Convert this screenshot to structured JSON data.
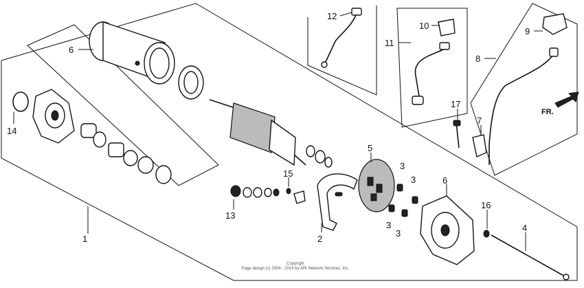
{
  "labels": {
    "l1": "1",
    "l2": "2",
    "l3a": "3",
    "l3b": "3",
    "l3c": "3",
    "l3d": "3",
    "l4": "4",
    "l5": "5",
    "l6a": "6",
    "l6b": "6",
    "l7": "7",
    "l8": "8",
    "l9": "9",
    "l10": "10",
    "l11": "11",
    "l12": "12",
    "l13": "13",
    "l14": "14",
    "l15": "15",
    "l16": "16",
    "l17": "17",
    "fr": "FR."
  },
  "copyright": {
    "line1": "Copyright",
    "line2": "Page design (c) 2004 - 2014 by ARI Network Services, Inc."
  }
}
